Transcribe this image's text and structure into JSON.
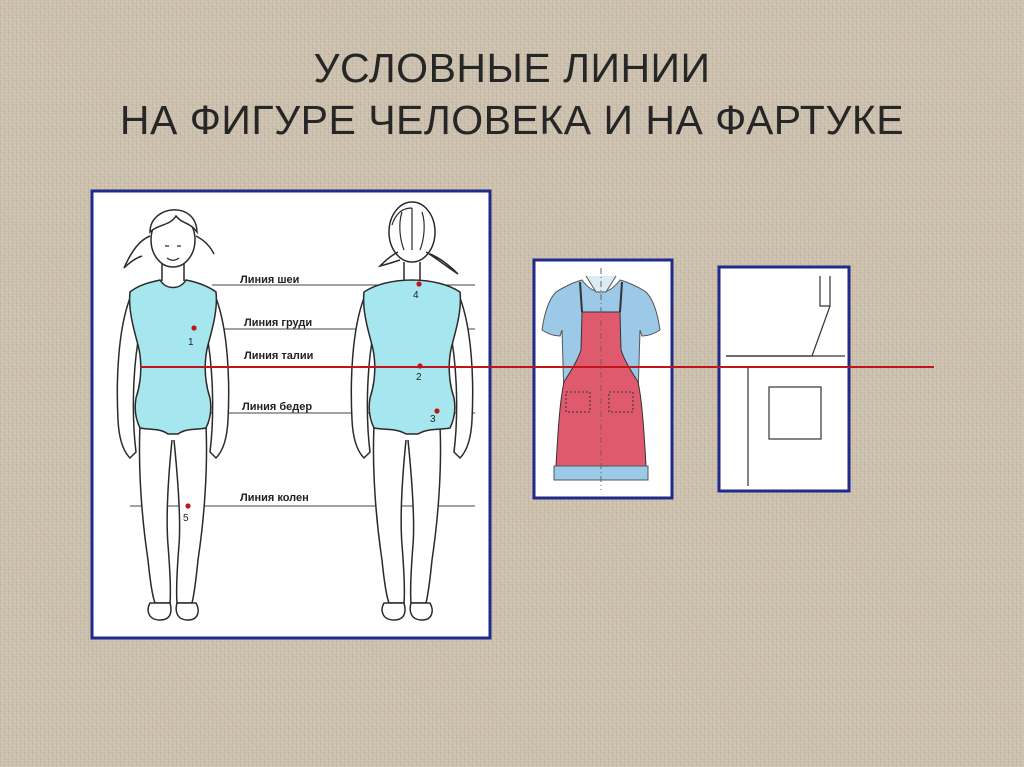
{
  "title": {
    "line1": "УСЛОВНЫЕ ЛИНИИ",
    "line2": "НА ФИГУРЕ ЧЕЛОВЕКА И НА ФАРТУКЕ"
  },
  "figure_panel": {
    "lines": {
      "neck": "Линия шеи",
      "chest": "Линия груди",
      "waist": "Линия талии",
      "hips": "Линия бедер",
      "knees": "Линия колен"
    },
    "points": {
      "p1": "1",
      "p2": "2",
      "p3": "3",
      "p4": "4",
      "p5": "5"
    }
  },
  "colors": {
    "panel_border": "#1f2a8a",
    "waist_line": "#c0151a",
    "leotard": "#a6e6ee",
    "apron": "#e05a6e",
    "blouse": "#9cc9e8",
    "background": "#cbbfac"
  }
}
